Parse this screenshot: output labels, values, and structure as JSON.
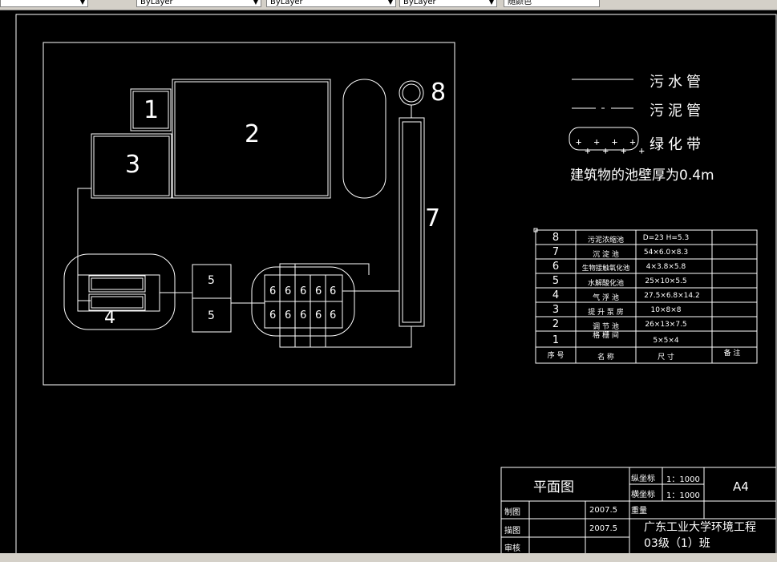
{
  "toolbar": {
    "layer1": "ByLayer",
    "layer2": "ByLayer",
    "layer3": "ByLayer",
    "layer4": "随颜色"
  },
  "units": {
    "u1": "1",
    "u2": "2",
    "u3": "3",
    "u4": "4",
    "u5a": "5",
    "u5b": "5",
    "u6": "6",
    "u7": "7",
    "u8": "8"
  },
  "legend": {
    "sewage": "污水管",
    "sludge": "污泥管",
    "green": "绿化带",
    "note": "建筑物的池壁厚为0.4m"
  },
  "table": {
    "rows": [
      {
        "no": "8",
        "name": "污泥浓缩池",
        "size": "D=23  H=5.3",
        "note": ""
      },
      {
        "no": "7",
        "name": "沉 淀 池",
        "size": "54×6.0×8.3",
        "note": ""
      },
      {
        "no": "6",
        "name": "生物接触氧化池",
        "size": "4×3.8×5.8",
        "note": ""
      },
      {
        "no": "5",
        "name": "水解酸化池",
        "size": "25×10×5.5",
        "note": ""
      },
      {
        "no": "4",
        "name": "气 浮 池",
        "size": "27.5×6.8×14.2",
        "note": ""
      },
      {
        "no": "3",
        "name": "提 升 泵 房",
        "size": "10×8×8",
        "note": ""
      },
      {
        "no": "2",
        "name": "调 节 池",
        "size": "26×13×7.5",
        "note": ""
      },
      {
        "no": "1",
        "name": "格 栅 间",
        "size": "5×5×4",
        "note": ""
      }
    ],
    "header": {
      "no": "序 号",
      "name": "名 称",
      "size": "尺 寸",
      "note": "备 注"
    }
  },
  "titleblock": {
    "title": "平面图",
    "vscale_label": "纵坐标",
    "vscale": "1：1000",
    "hscale_label": "横坐标",
    "hscale": "1：1000",
    "size": "A4",
    "weight_label": "重量",
    "drawn_label": "制图",
    "drawn_date": "2007.5",
    "traced_label": "描图",
    "traced_date": "2007.5",
    "check_label": "审核",
    "org_line1": "广东工业大学环境工程",
    "org_line2": "03级（1）班"
  }
}
